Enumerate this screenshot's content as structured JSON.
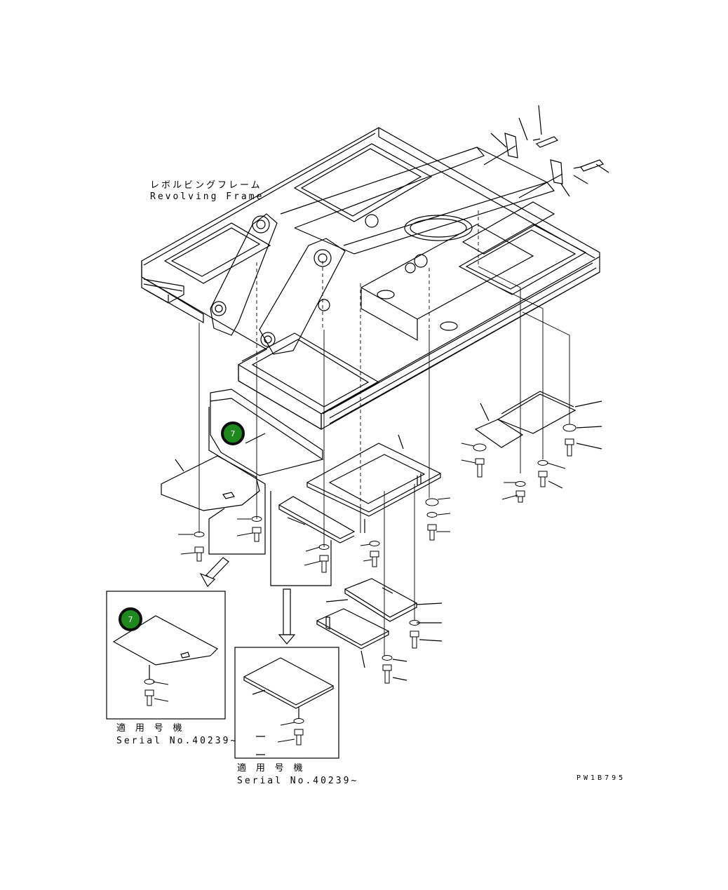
{
  "frame_label": {
    "jp": "レボルビングフレーム",
    "en": "Revolving Frame"
  },
  "callouts": [
    {
      "number": "7"
    },
    {
      "number": "7"
    }
  ],
  "insets": [
    {
      "jp": "適 用 号 機",
      "serial": "Serial No.40239~"
    },
    {
      "jp": "適 用 号 機",
      "serial": "Serial No.40239~"
    }
  ],
  "drawing_code": "PW1B795",
  "colors": {
    "callout_fill": "#1e8a1e",
    "callout_ring": "#0d0d0d",
    "line": "#000000"
  }
}
